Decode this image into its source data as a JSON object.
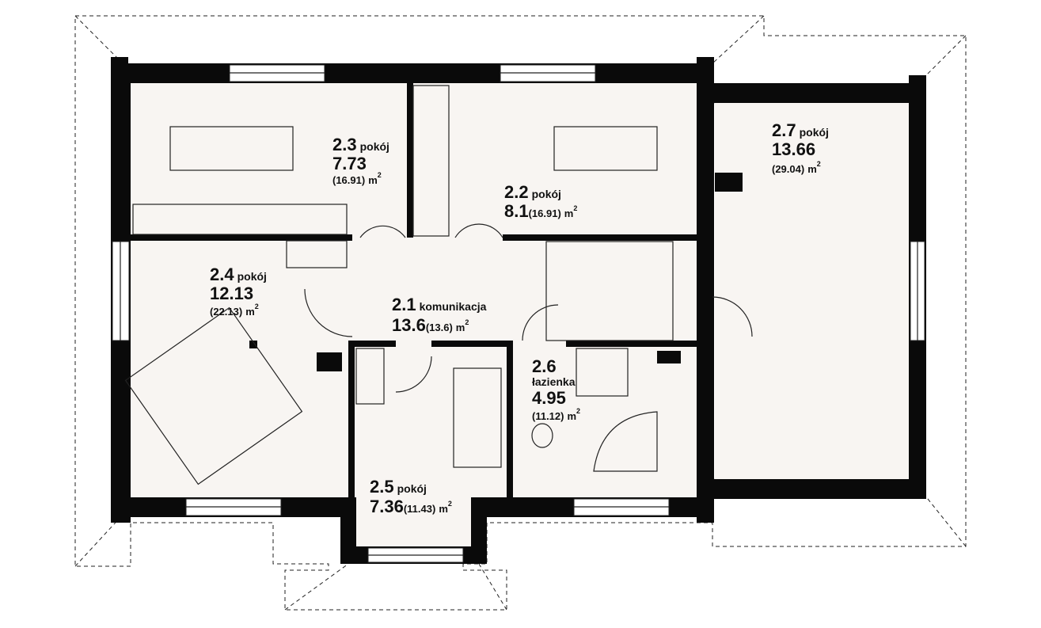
{
  "colors": {
    "wall": "#0a0a0a",
    "floor": "#f8f5f2"
  },
  "area_unit": "m",
  "area_exp": "2",
  "rooms": [
    {
      "id": "2.3",
      "name": "pokój",
      "area": "7.73",
      "total": "(16.91)"
    },
    {
      "id": "2.2",
      "name": "pokój",
      "area": "8.1",
      "total": "(16.91)"
    },
    {
      "id": "2.7",
      "name": "pokój",
      "area": "13.66",
      "total": "(29.04)"
    },
    {
      "id": "2.4",
      "name": "pokój",
      "area": "12.13",
      "total": "(22.13)"
    },
    {
      "id": "2.1",
      "name": "komunikacja",
      "area": "13.6",
      "total": "(13.6)"
    },
    {
      "id": "2.6",
      "name": "łazienka",
      "area": "4.95",
      "total": "(11.12)"
    },
    {
      "id": "2.5",
      "name": "pokój",
      "area": "7.36",
      "total": "(11.43)"
    }
  ]
}
